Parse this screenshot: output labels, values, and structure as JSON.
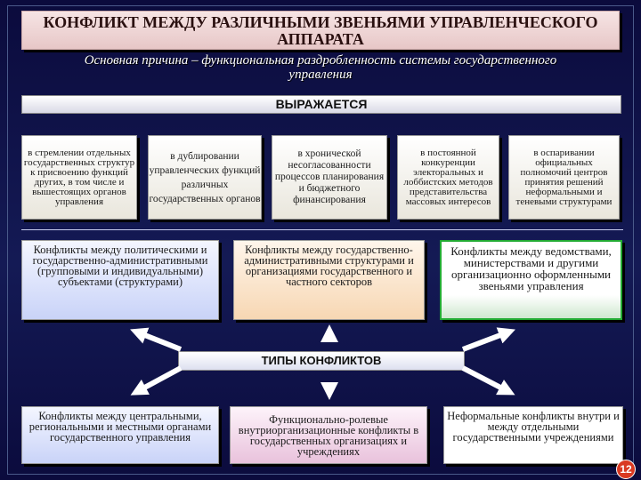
{
  "title": "КОНФЛИКТ МЕЖДУ РАЗЛИЧНЫМИ ЗВЕНЬЯМИ УПРАВЛЕНЧЕСКОГО АППАРАТА",
  "subtitle": "Основная причина – функциональная раздробленность системы государственного управления",
  "expresses_label": "ВЫРАЖАЕТСЯ",
  "manifestations": [
    "в стремлении отдельных государственных структур к присвоению функций других, в том числе и вышестоящих органов управления",
    "в дублировании управленческих функций различных государственных органов",
    "в хронической несогласованности процессов планирования и бюджетного финансирования",
    "в постоянной конкуренции электоральных и лоббистских методов представительства массовых интересов",
    "в оспаривании официальных полномочий центров принятия решений неформальными и теневыми структурами"
  ],
  "conflicts_top": [
    "Конфликты между политическими и государственно-административными (групповыми и индивидуальными) субъектами (структурами)",
    "Конфликты между государственно-административными структурами и организациями государственного и частного секторов",
    "Конфликты между ведомствами, министерствами и другими организационно оформленными звеньями управления"
  ],
  "types_label": "ТИПЫ КОНФЛИКТОВ",
  "conflicts_bottom": [
    "Конфликты между центральными, региональными и местными органами государственного управления",
    "Функционально-ролевые внутриорганизационные конфликты в государственных организациях и учреждениях",
    "Неформальные конфликты внутри и между отдельными государственными учреждениями"
  ],
  "page_number": "12",
  "colors": {
    "background": "#0d0d3a",
    "title_fill": "#f6e4e4",
    "blue_box": "#c9d3f8",
    "peach_box": "#f7d7b3",
    "green_border": "#22aa33",
    "pink_box": "#e9c2dc",
    "arrow": "#ffffff",
    "page_badge": "#d93a22"
  }
}
